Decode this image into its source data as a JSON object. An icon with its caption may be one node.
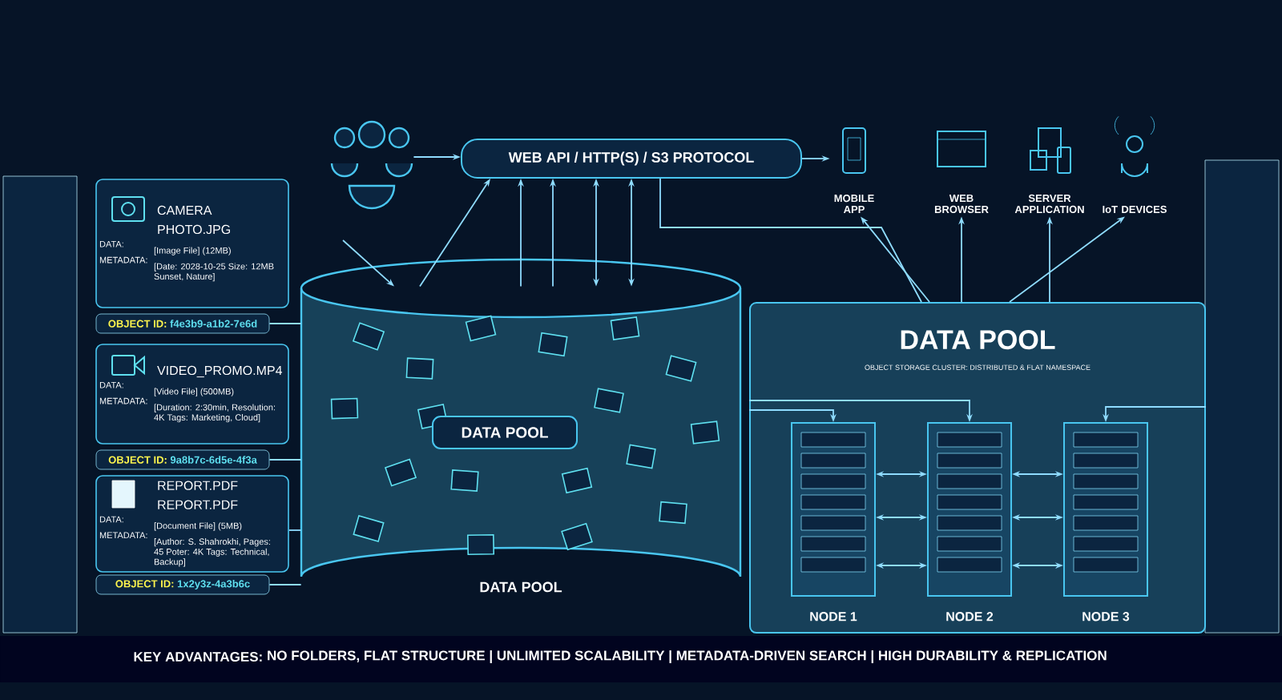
{
  "diagram": {
    "nodes": [
      {
        "text": [],
        "shape": "person"
      },
      {
        "text": [
          "WEB API / HTTP(S) / S3 PROTOCOL"
        ]
      },
      {
        "text": [
          "MOBILE APP"
        ]
      },
      {
        "text": [
          "WEB BROWSER"
        ]
      },
      {
        "text": [
          "SERVER APPLICATION"
        ]
      },
      {
        "text": [
          "IoT DEVICES"
        ]
      },
      {
        "text": [
          "DATA POOL"
        ]
      },
      {
        "text": [
          "DATA POOL"
        ],
        "in": 6
      },
      {
        "text": [
          "DATA POOL",
          "OBJECT STORAGE CLUSTER: DISTRIBUTED & FLAT NAMESPACE"
        ]
      },
      {
        "text": [
          "NODE 1"
        ],
        "in": 8
      },
      {
        "text": [
          "NODE 2"
        ],
        "in": 8
      },
      {
        "text": [
          "NODE 3"
        ],
        "in": 8
      },
      {
        "text": [
          "CAMERA PHOTO.JPG",
          "DATA:",
          "[Image File] (12MB)",
          "METADATA:",
          "[Date: 2028-10-25 Size: 12MB Sunset, Nature]"
        ]
      },
      {
        "text": [
          "OBJECT ID:",
          "f4e3b9-a1b2-7e6d"
        ]
      },
      {
        "text": [
          "VIDEO_PROMO.MP4",
          "DATA:",
          "[Video File] (500MB)",
          "METADATA:",
          "[Duration: 2:30min, Resolution: 4K Tags: Marketing, Cloud]"
        ]
      },
      {
        "text": [
          "OBJECT ID:",
          "9a8b7c-6d5e-4f3a"
        ]
      },
      {
        "text": [
          "REPORT.PDF",
          "REPORT.PDF",
          "DATA:",
          "[Document File] (5MB)",
          "METADATA:",
          "[Author: S. Shahrokhi, Pages: 45 Poter: 4K Tags: Technical, Backup]"
        ]
      },
      {
        "text": [
          "OBJECT ID:",
          "1x2y3z-4a3b6c"
        ]
      }
    ],
    "edges": [
      {
        "from": 0,
        "to": 1,
        "arrow": "to"
      },
      {
        "from": 1,
        "to": 2,
        "arrow": "to"
      },
      {
        "from": 1,
        "to": 8,
        "arrow": "none"
      },
      {
        "from": 8,
        "to": 2,
        "arrow": "to"
      },
      {
        "from": 8,
        "to": 3,
        "arrow": "to"
      },
      {
        "from": 8,
        "to": 4,
        "arrow": "to"
      },
      {
        "from": 8,
        "to": 5,
        "arrow": "to"
      },
      {
        "from": null,
        "to": 6,
        "arrow": "to"
      },
      {
        "from": 6,
        "to": 1,
        "arrow": "to"
      },
      {
        "from": 6,
        "to": 1,
        "arrow": "to"
      },
      {
        "from": 6,
        "to": 1,
        "arrow": "to"
      },
      {
        "from": 6,
        "to": 1,
        "arrow": "both"
      },
      {
        "from": 6,
        "to": 1,
        "arrow": "both"
      },
      {
        "from": 8,
        "to": 9,
        "arrow": "to"
      },
      {
        "from": 8,
        "to": 10,
        "arrow": "to"
      },
      {
        "from": 8,
        "to": 11,
        "arrow": "to"
      },
      {
        "from": 9,
        "to": 10,
        "arrow": "both"
      },
      {
        "from": 9,
        "to": 10,
        "arrow": "both"
      },
      {
        "from": 9,
        "to": 10,
        "arrow": "both"
      },
      {
        "from": 10,
        "to": 11,
        "arrow": "both"
      },
      {
        "from": 10,
        "to": 11,
        "arrow": "both"
      },
      {
        "from": 10,
        "to": 11,
        "arrow": "both"
      },
      {
        "from": 13,
        "to": 6,
        "arrow": "none"
      },
      {
        "from": 15,
        "to": 6,
        "arrow": "none"
      },
      {
        "from": 16,
        "to": 6,
        "arrow": "none"
      },
      {
        "from": 17,
        "to": 6,
        "arrow": "none"
      }
    ],
    "labels": [
      "KEY ADVANTAGES:",
      "NO FOLDERS, FLAT STRUCTURE | UNLIMITED SCALABILITY | METADATA-DRIVEN SEARCH | HIGH DURABILITY & REPLICATION"
    ]
  }
}
